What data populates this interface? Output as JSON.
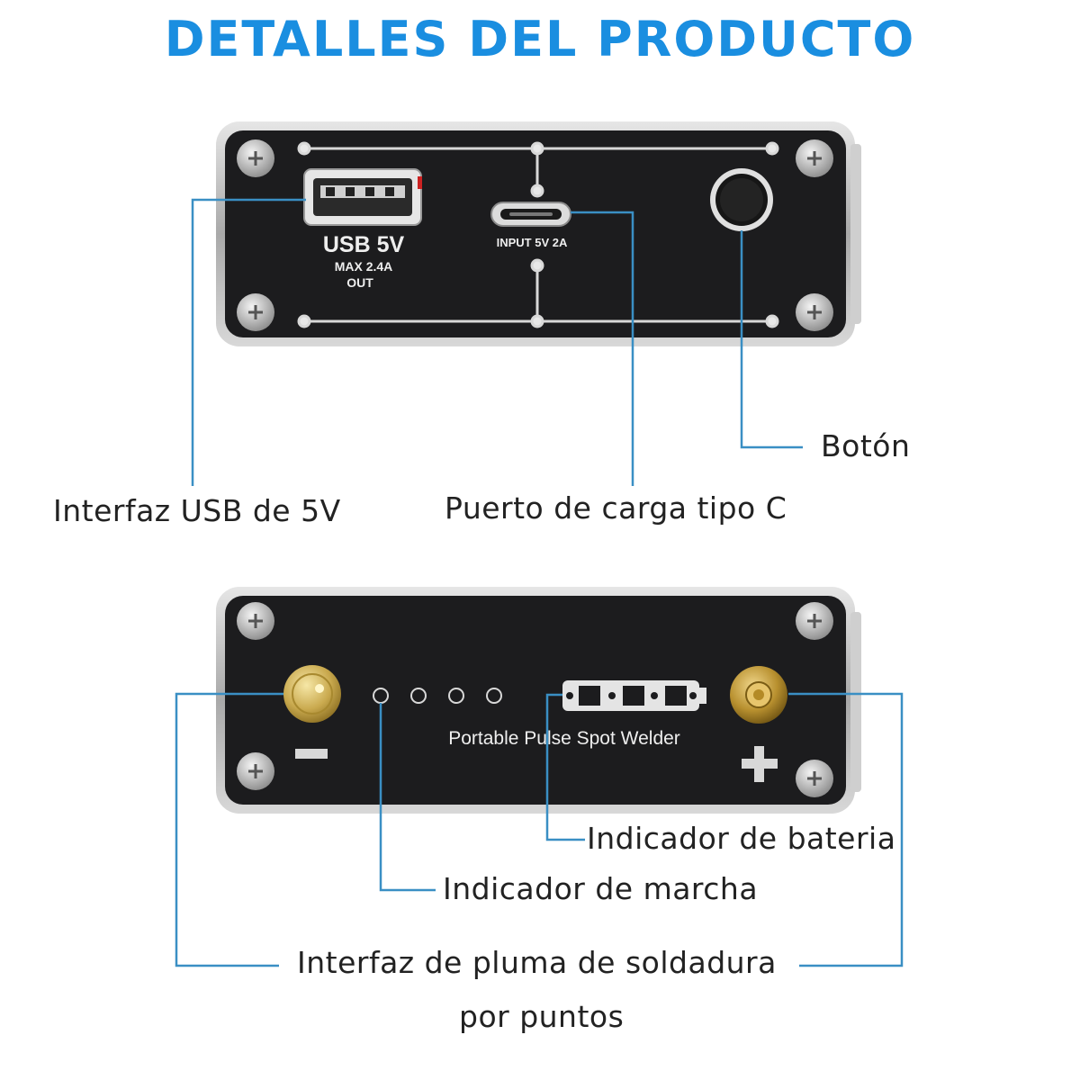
{
  "title": "DETALLES DEL PRODUCTO",
  "colors": {
    "accent": "#1a8ee0",
    "leader_line": "#3a8fc4",
    "panel": "#1c1c1e",
    "casing": "#b9b9b9"
  },
  "top_panel": {
    "usb_label": "USB 5V",
    "usb_max": "MAX 2.4A",
    "usb_out": "OUT",
    "typec_label": "INPUT  5V 2A"
  },
  "bottom_panel": {
    "brand_text": "Portable Pulse Spot Welder",
    "minus_sign": "−",
    "plus_sign": "+"
  },
  "callouts": {
    "usb_interface": "Interfaz USB de 5V",
    "typec_port": "Puerto de carga tipo C",
    "button": "Botón",
    "battery_indicator": "Indicador de bateria",
    "run_indicator": "Indicador de marcha",
    "pen_interface_line1": "Interfaz de pluma de soldadura",
    "pen_interface_line2": "por puntos"
  }
}
